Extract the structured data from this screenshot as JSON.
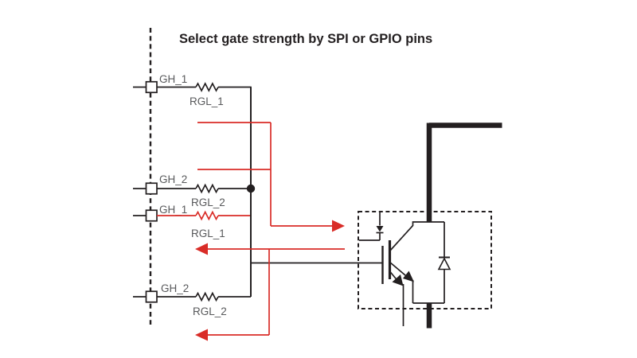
{
  "title": "Select gate strength by SPI or GPIO pins",
  "colors": {
    "background": "#FFFFFF",
    "circuit": "#231F20",
    "accent_red": "#D92C27",
    "label": "#58595B"
  },
  "gate_driver": {
    "pins": [
      {
        "name": "GH_1",
        "resistor": "RGL_1",
        "highlighted": false
      },
      {
        "name": "GH_2",
        "resistor": "RGL_2",
        "highlighted": false
      },
      {
        "name": "GH_1",
        "resistor": "RGL_1",
        "highlighted": true
      },
      {
        "name": "GH_2",
        "resistor": "RGL_2",
        "highlighted": false
      }
    ]
  },
  "power_stage": {
    "symbols": [
      "igbt-symbol",
      "freewheeling-diode-icon",
      "gate-clamp-diode-icon"
    ],
    "arrows": [
      "gate-drive-arrow-right",
      "feedback-arrow-left",
      "feedback-arrow-left-bottom"
    ]
  }
}
